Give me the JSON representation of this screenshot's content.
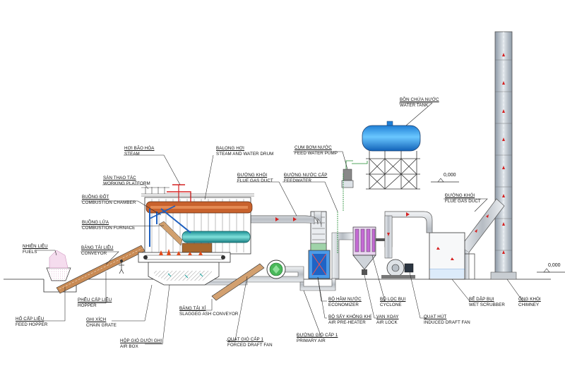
{
  "labels": {
    "steam": {
      "vi": "HƠI BÃO HÒA",
      "en": "STEAM"
    },
    "drum": {
      "vi": "BALONG HƠI",
      "en": "STEAM AND WATER DRUM"
    },
    "platform": {
      "vi": "SÀN THAO TÁC",
      "en": "WORKING PLATFORM"
    },
    "combustion_chamber": {
      "vi": "BUỒNG ĐỐT",
      "en": "COMBUSTION CHAMBER"
    },
    "furnace": {
      "vi": "BUỒNG LỬA",
      "en": "COMBUSTION FURNACE"
    },
    "fuels": {
      "vi": "NHIÊN LIỆU",
      "en": "FUELS"
    },
    "conveyor": {
      "vi": "BĂNG TẢI LIỆU",
      "en": "CONVEYOR"
    },
    "flue_duct_1": {
      "vi": "ĐƯỜNG KHÓI",
      "en": "FLUE GAS DUCT"
    },
    "feedwater": {
      "vi": "ĐƯỜNG NƯỚC CẤP",
      "en": "FEEDWATER"
    },
    "feed_pump": {
      "vi": "CỤM BƠM NƯỚC",
      "en": "FEED WATER PUMP"
    },
    "water_tank": {
      "vi": "BỒN CHỨA NƯỚC",
      "en": "WATER TANK"
    },
    "flue_duct_2": {
      "vi": "ĐƯỜNG KHÓI",
      "en": "FLUE GAS DUCT"
    },
    "hopper": {
      "vi": "PHỄU CẤP LIỆU",
      "en": "HOPPER"
    },
    "feed_hopper": {
      "vi": "HỐ CẤP LIỆU",
      "en": "FEED HOPPER"
    },
    "chain_grate": {
      "vi": "GHI XÍCH",
      "en": "CHAIN GRATE"
    },
    "air_box": {
      "vi": "HỘP GIÓ DƯỚI GHI",
      "en": "AIR BOX"
    },
    "slag_conveyor": {
      "vi": "BĂNG TẢI XỈ",
      "en": "SLAGGEG ASH CONVEYOR"
    },
    "forced_fan": {
      "vi": "QUẠT GIÓ CẤP 1",
      "en": "FORCED DRAFT FAN"
    },
    "primary_air": {
      "vi": "ĐƯỜNG GIÓ CẤP 1",
      "en": "PRIMARY AIR"
    },
    "economizer": {
      "vi": "BỘ HÂM NƯỚC",
      "en": "ECONOMIZER"
    },
    "preheater": {
      "vi": "BỘ SẤY KHÔNG KHÍ",
      "en": "AIR PRE-HEATER"
    },
    "air_lock": {
      "vi": "VAN XOAY",
      "en": "AIR LOCK"
    },
    "cyclone": {
      "vi": "BỘ LỌC BỤI",
      "en": "CYCLONE"
    },
    "induced_fan": {
      "vi": "QUẠT HÚT",
      "en": "INDUCED DRAFT FAN"
    },
    "wet_scrubber": {
      "vi": "BỂ DẬP BỤI",
      "en": "WET SCRUBBER"
    },
    "chimney": {
      "vi": "ỐNG KHÓI",
      "en": "CHIMNEY"
    }
  },
  "levels": {
    "mid": "0,000",
    "right": "0,000"
  },
  "colors": {
    "line": "#2b2b2b",
    "blue_deep": "#1d5fbf",
    "blue_light": "#4fb4f0",
    "orange": "#c8622d",
    "teal": "#2aa9a4",
    "green": "#1c8a2e",
    "chimney": "#b9c3cc",
    "duct": "#c9cdd2",
    "red": "#d62222"
  }
}
